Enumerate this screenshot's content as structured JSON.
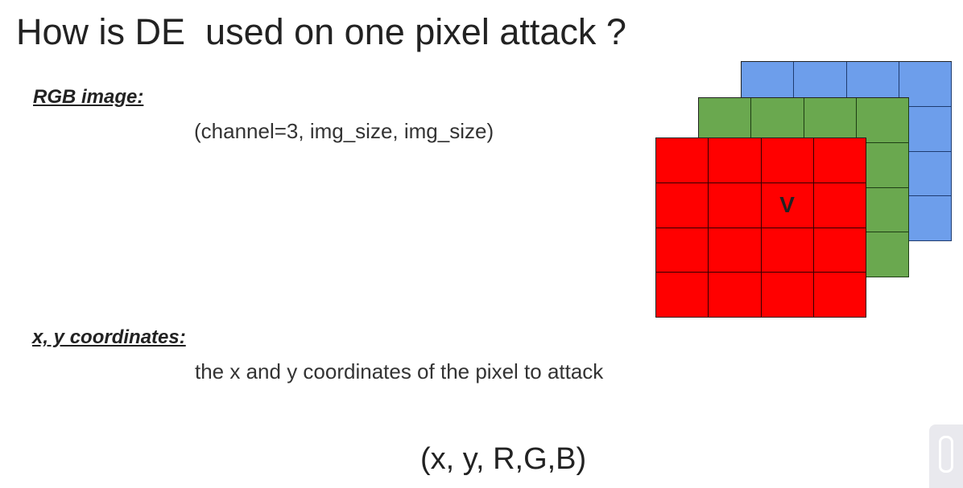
{
  "slide": {
    "title": "How is DE  used on one pixel attack ?",
    "rgb_label": "RGB image:",
    "rgb_desc": "(channel=3, img_size, img_size)",
    "xy_label": "x, y coordinates:",
    "xy_desc": "the x and y coordinates of the pixel to attack",
    "tuple": "(x, y, R,G,B)"
  },
  "diagram": {
    "rows": 4,
    "cols": 4,
    "marked_cell": {
      "row": 1,
      "col": 2,
      "text": "V"
    },
    "layers": [
      {
        "name": "blue-channel-layer",
        "color": "#6d9eeb"
      },
      {
        "name": "green-channel-layer",
        "color": "#6aa84f"
      },
      {
        "name": "red-channel-layer",
        "color": "#ff0000"
      }
    ]
  },
  "icons": {
    "corner": "overlay-control-icon"
  }
}
